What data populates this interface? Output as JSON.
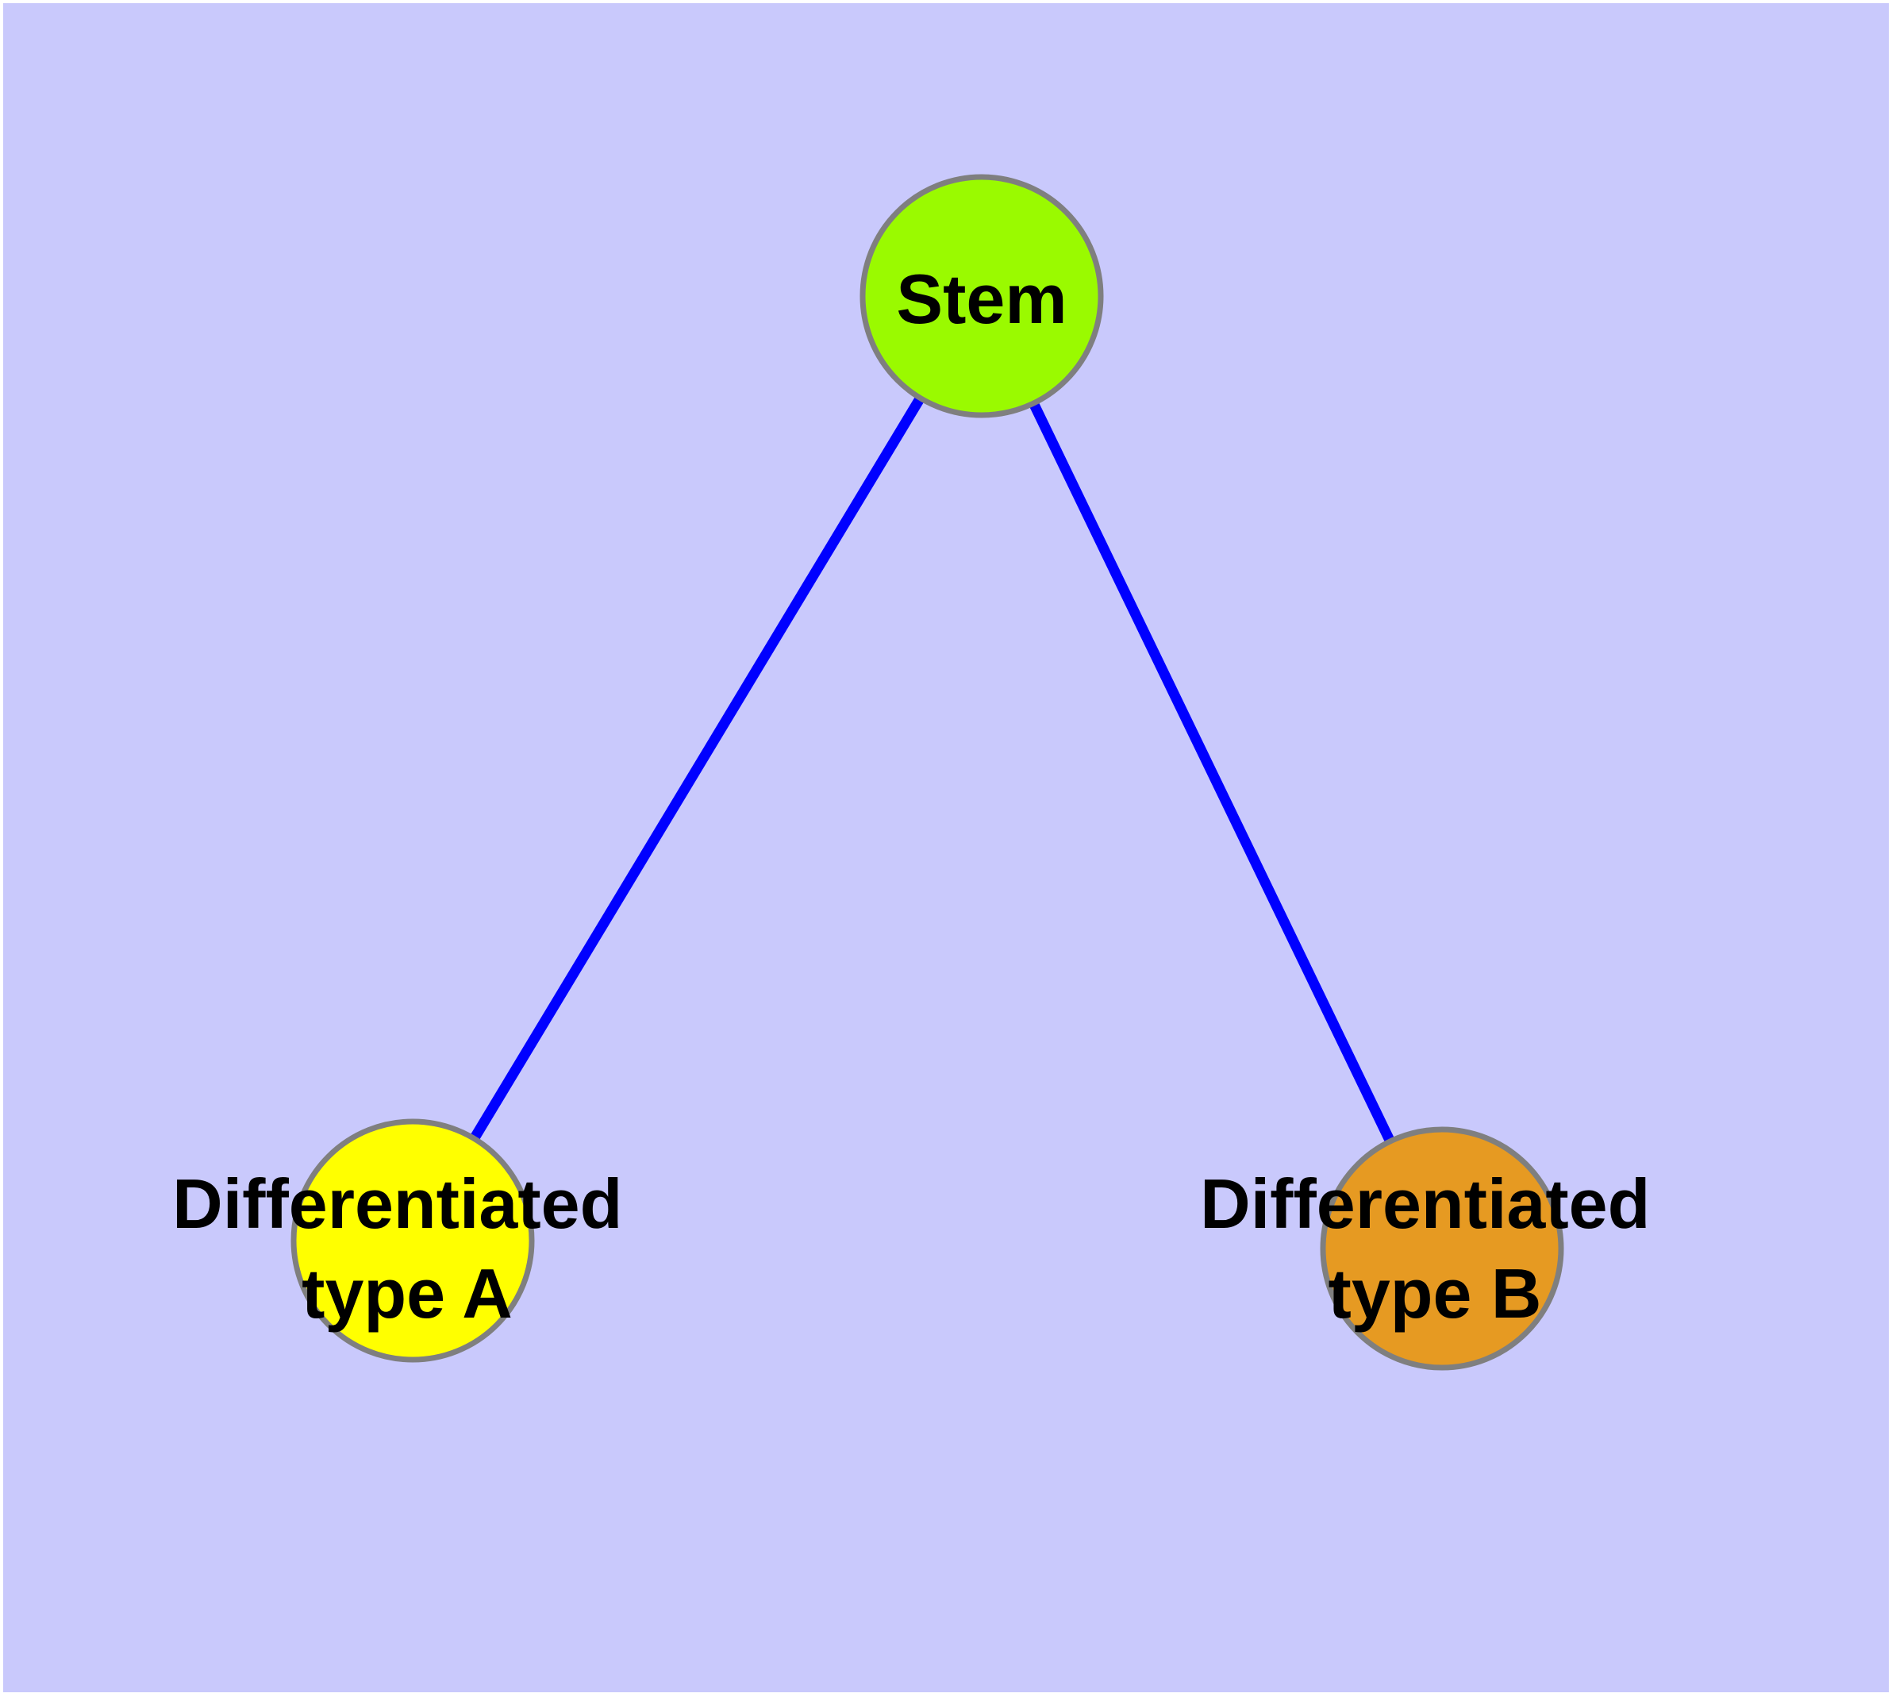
{
  "diagram": {
    "background_color": "#c9c9fc",
    "frame_color": "#ffffff",
    "edge_color": "#0000ff",
    "node_border_color": "#7f7f7f",
    "label_color": "#000000",
    "nodes": [
      {
        "id": "stem",
        "label": "Stem",
        "color": "#9afa00"
      },
      {
        "id": "differentiated-type-a",
        "label": "Differentiated type A",
        "label_line1": "Differentiated",
        "label_line2": "type A",
        "color": "#ffff00"
      },
      {
        "id": "differentiated-type-b",
        "label": "Differentiated type B",
        "label_line1": "Differentiated",
        "label_line2": "type B",
        "color": "#e69a22"
      }
    ],
    "edges": [
      {
        "from": "Stem",
        "to": "Differentiated type A"
      },
      {
        "from": "Stem",
        "to": "Differentiated type B"
      }
    ]
  }
}
